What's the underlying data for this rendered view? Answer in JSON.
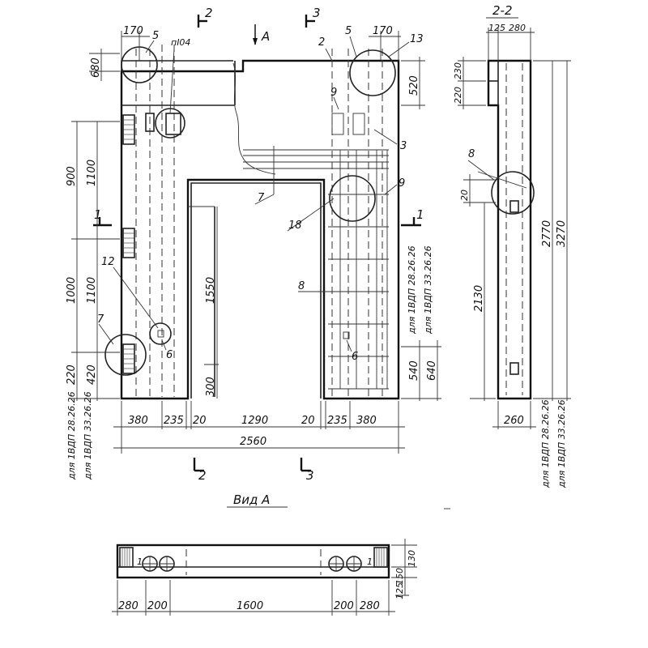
{
  "views": {
    "section_2_2": "2-2",
    "view_a": "Вид А",
    "arrow_a": "А"
  },
  "cut_marks": [
    "1",
    "2",
    "3"
  ],
  "dimensions_main": {
    "bottom": [
      "380",
      "235",
      "20",
      "1290",
      "20",
      "235",
      "380"
    ],
    "total_width": "2560",
    "left_vertical": [
      "900",
      "1100",
      "1000",
      "1100",
      "220",
      "420"
    ],
    "left_top": "680",
    "top_left": "170",
    "top_right": "170",
    "opening_height": "1550",
    "opening_bottom": "300",
    "right_top": "520",
    "right_vertical": [
      "540",
      "640"
    ]
  },
  "dimensions_section": {
    "top": [
      "125",
      "280"
    ],
    "upper": [
      "230",
      "220"
    ],
    "mid": "20",
    "lower": "2130",
    "total": [
      "2770",
      "3270"
    ],
    "bottom_width": "260"
  },
  "dimensions_view_a": {
    "bottom": [
      "280",
      "200",
      "1600",
      "200",
      "280"
    ],
    "right": [
      "130",
      "150",
      "125"
    ]
  },
  "callouts": [
    "5",
    "пI04",
    "2",
    "5",
    "13",
    "9",
    "3",
    "9",
    "7",
    "18",
    "8",
    "12",
    "7",
    "6",
    "6",
    "8"
  ],
  "notes": {
    "left_1": "для 1ВДП 28.26.26",
    "left_2": "для 1ВДП 33.26.26",
    "mid_1": "для 1ВДП 28.26.26",
    "mid_2": "для 1ВДП 33.26.26",
    "sec_1": "для 1ВДП 28.26.26",
    "sec_2": "для 1ВДП 33.26.26"
  }
}
